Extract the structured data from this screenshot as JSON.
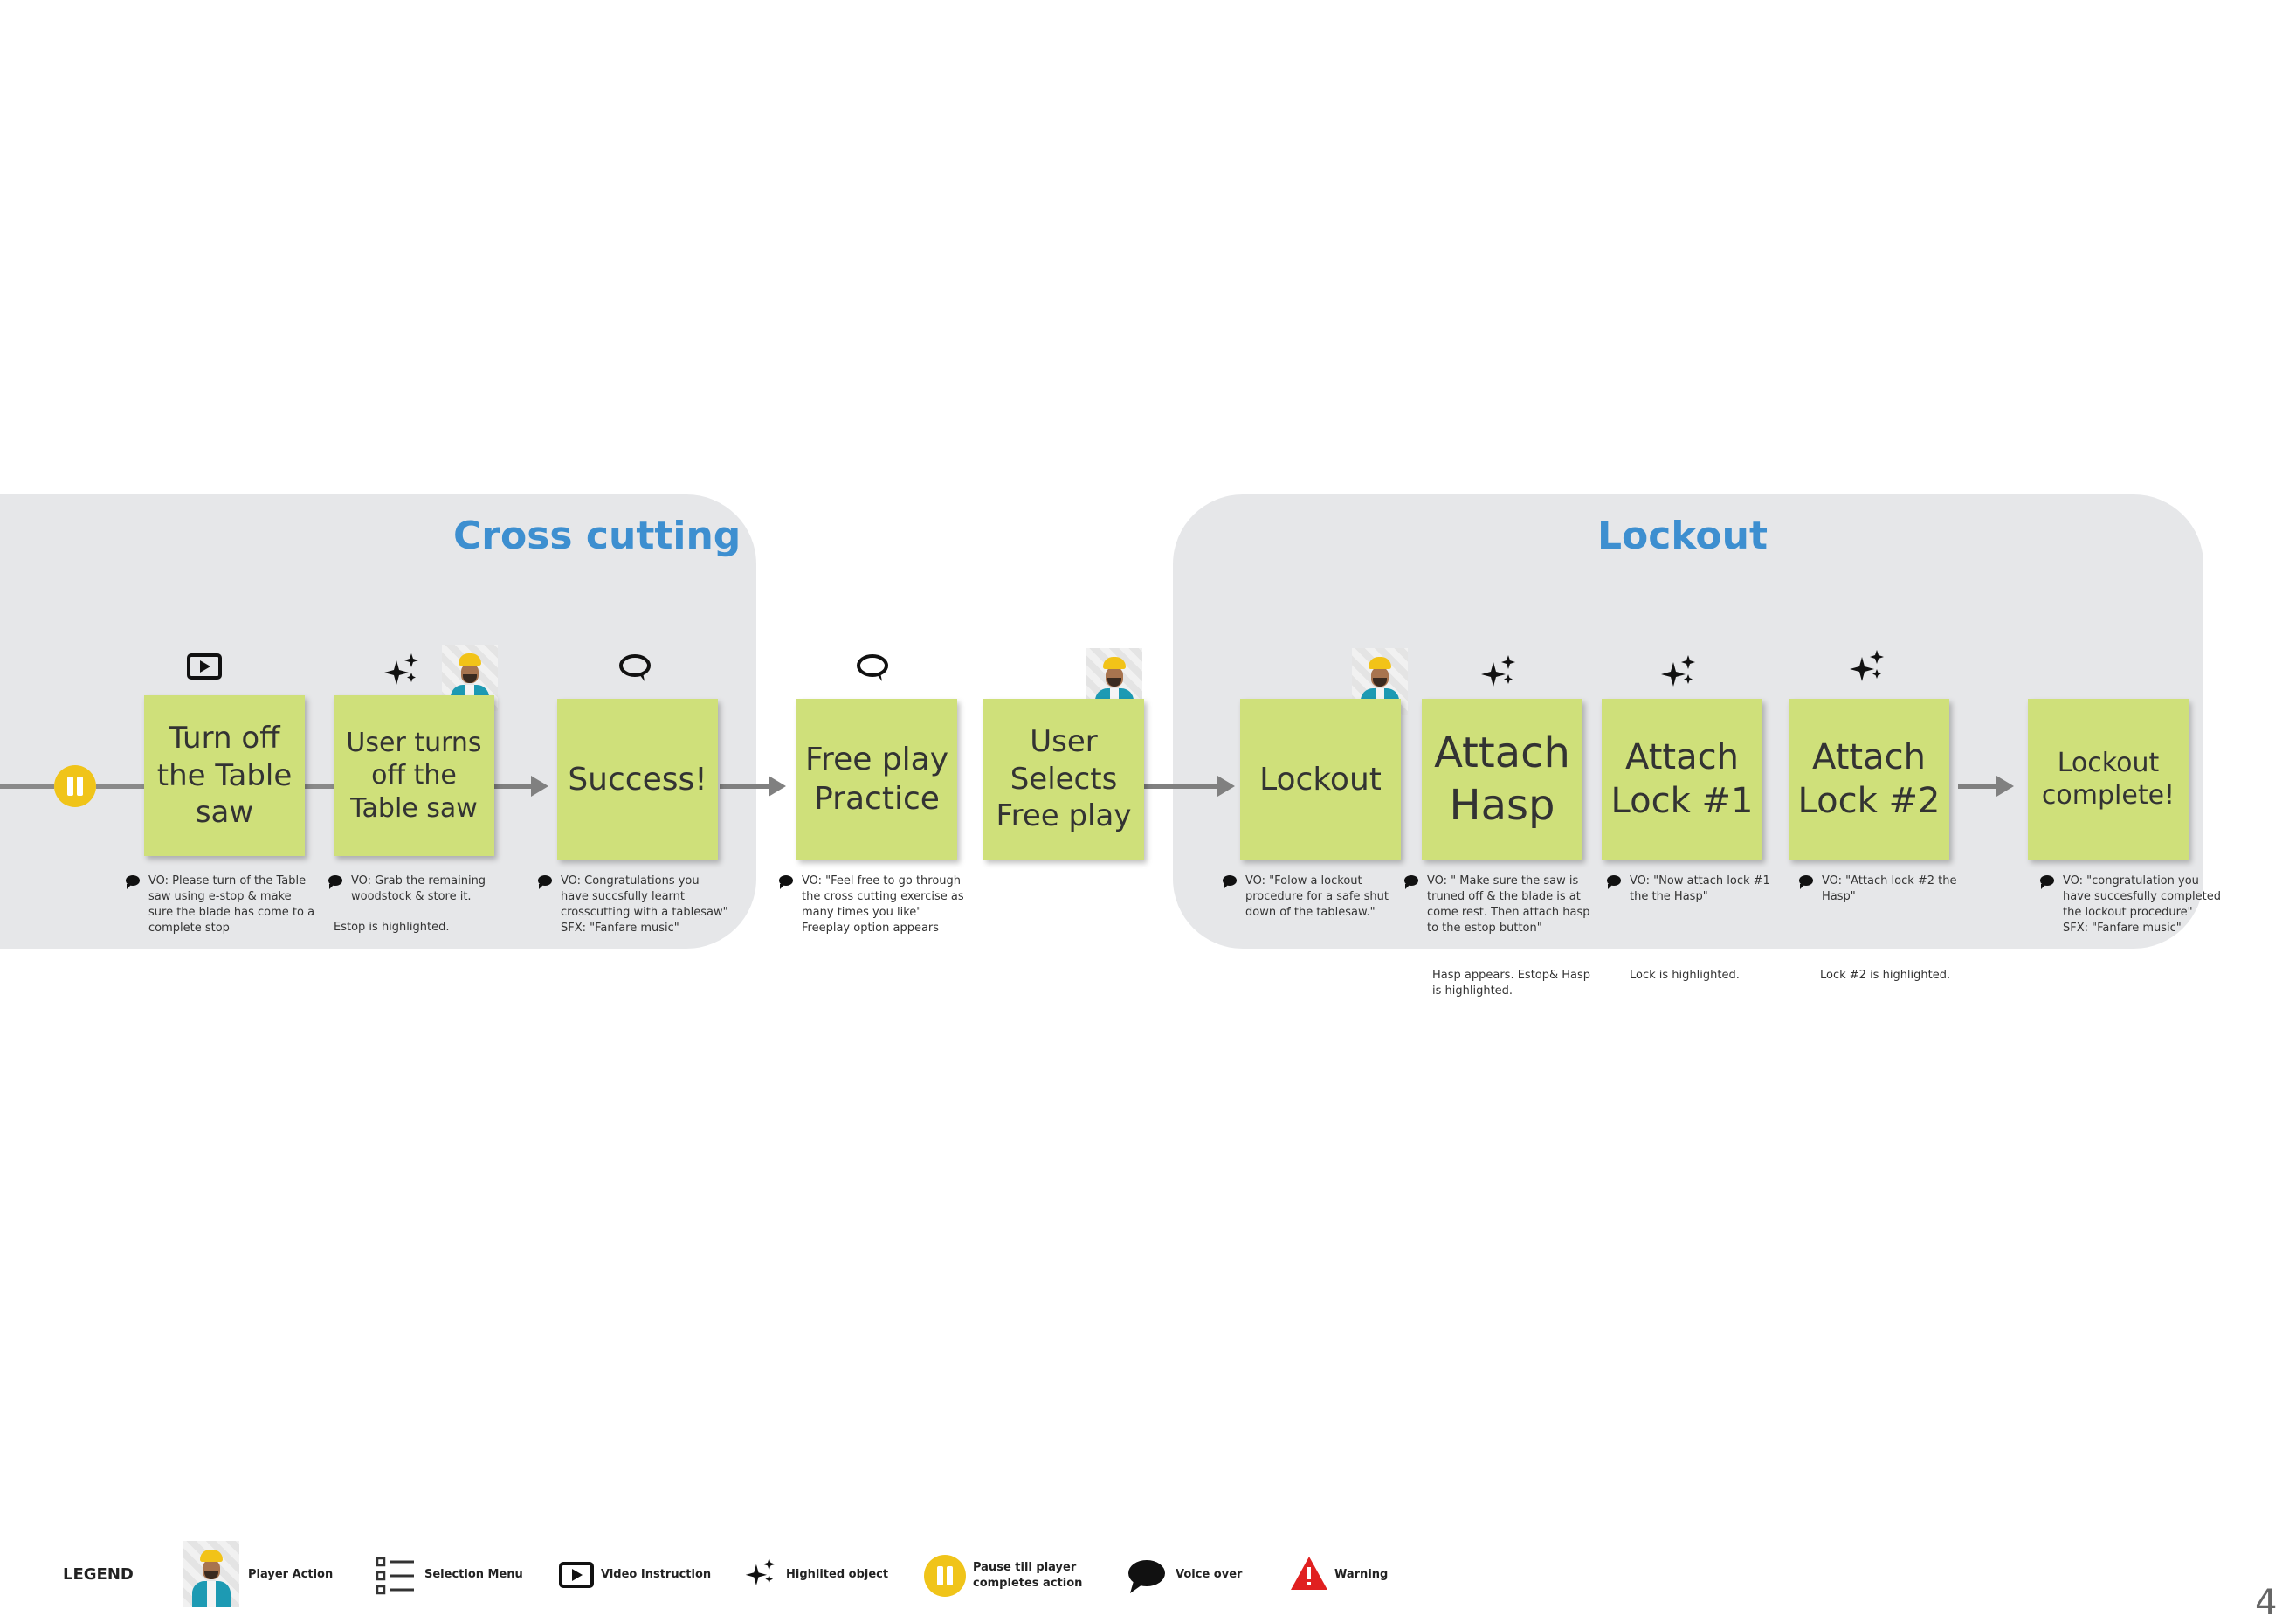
{
  "groups": {
    "cross_cutting": {
      "title": "Cross cutting"
    },
    "lockout": {
      "title": "Lockout"
    }
  },
  "steps": [
    {
      "label": "Turn off the Table saw",
      "note": "VO: Please turn of the Table\nsaw using e-stop & make\nsure the blade has come to a\ncomplete stop",
      "icon": "video-instruction-icon"
    },
    {
      "label": "User turns off the Table saw",
      "note": "VO: Grab the remaining\nwoodstock & store it.",
      "extra": "Estop  is highlighted.",
      "icon": "highlighted-object-icon, player-action-icon"
    },
    {
      "label": "Success!",
      "note": "VO: Congratulations you\nhave succsfully learnt\ncrosscutting with a tablesaw\"\nSFX: \"Fanfare music\"",
      "icon": "speech-bubble-icon"
    },
    {
      "label": "Free play Practice",
      "note": "VO: \"Feel free to go through\nthe cross cutting exercise as\nmany times you like\"\nFreeplay option appears",
      "icon": "speech-bubble-icon"
    },
    {
      "label": "User Selects Free play",
      "icon": "player-action-icon"
    },
    {
      "label": "Lockout",
      "note": "VO:  \"Folow a lockout\nprocedure for a safe shut\ndown of the tablesaw.\"",
      "icon": "player-action-icon"
    },
    {
      "label": "Attach Hasp",
      "note": "VO:  \" Make sure the saw is\ntruned off & the blade is at\ncome rest. Then attach hasp\nto the estop button\"",
      "extra": "Hasp appears.  Estop& Hasp\nis highlighted.",
      "icon": "highlighted-object-icon"
    },
    {
      "label": "Attach Lock #1",
      "note": "VO:  \"Now attach lock #1\nthe the Hasp\"",
      "extra": "Lock  is highlighted.",
      "icon": "highlighted-object-icon"
    },
    {
      "label": "Attach Lock #2",
      "note": "VO:  \"Attach lock #2 the\nHasp\"",
      "extra": "Lock #2  is highlighted.",
      "icon": "highlighted-object-icon"
    },
    {
      "label": "Lockout complete!",
      "note": "VO:  \"congratulation you\nhave succesfully completed\nthe lockout procedure\"\nSFX: \"Fanfare music\""
    }
  ],
  "legend": {
    "title": "LEGEND",
    "items": [
      {
        "label": "Player Action",
        "icon": "player-action-icon"
      },
      {
        "label": "Selection Menu",
        "icon": "selection-menu-icon"
      },
      {
        "label": "Video Instruction",
        "icon": "video-instruction-icon"
      },
      {
        "label": "Highlited object",
        "icon": "highlighted-object-icon"
      },
      {
        "label": "Pause till player\ncompletes action",
        "icon": "pause-icon"
      },
      {
        "label": "Voice over",
        "icon": "voice-over-icon"
      },
      {
        "label": "Warning",
        "icon": "warning-icon"
      }
    ]
  },
  "colors": {
    "sticky": "#cfe07a",
    "group_bg": "#e6e7e9",
    "title": "#3d8fd0",
    "pause": "#f0c419",
    "warning": "#e02020"
  },
  "page_number": "4"
}
